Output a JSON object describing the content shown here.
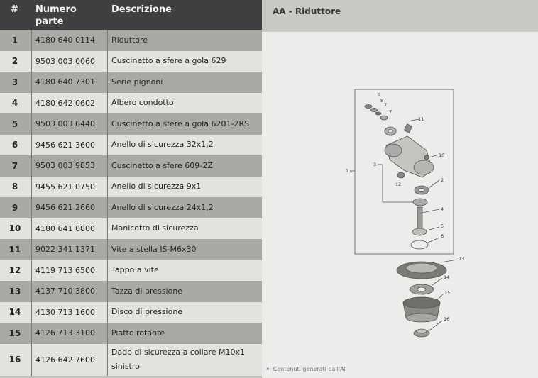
{
  "table": {
    "headers": {
      "num": "#",
      "code": "Numero parte",
      "desc": "Descrizione"
    },
    "rows": [
      {
        "num": "1",
        "code": "4180 640 0114",
        "desc": "Riduttore"
      },
      {
        "num": "2",
        "code": "9503 003 0060",
        "desc": "Cuscinetto a sfere a gola 629"
      },
      {
        "num": "3",
        "code": "4180 640 7301",
        "desc": "Serie pignoni"
      },
      {
        "num": "4",
        "code": "4180 642 0602",
        "desc": "Albero condotto"
      },
      {
        "num": "5",
        "code": "9503 003 6440",
        "desc": "Cuscinetto a sfere a gola 6201-2RS"
      },
      {
        "num": "6",
        "code": "9456 621 3600",
        "desc": "Anello di sicurezza 32x1,2"
      },
      {
        "num": "7",
        "code": "9503 003 9853",
        "desc": "Cuscinetto a sfere 609-2Z"
      },
      {
        "num": "8",
        "code": "9455 621 0750",
        "desc": "Anello di sicurezza 9x1"
      },
      {
        "num": "9",
        "code": "9456 621 2660",
        "desc": "Anello di sicurezza 24x1,2"
      },
      {
        "num": "10",
        "code": "4180 641 0800",
        "desc": "Manicotto di sicurezza"
      },
      {
        "num": "11",
        "code": "9022 341 1371",
        "desc": "Vite a stella IS-M6x30"
      },
      {
        "num": "12",
        "code": "4119 713 6500",
        "desc": "Tappo a vite"
      },
      {
        "num": "13",
        "code": "4137 710 3800",
        "desc": "Tazza di pressione"
      },
      {
        "num": "14",
        "code": "4130 713 1600",
        "desc": "Disco di pressione"
      },
      {
        "num": "15",
        "code": "4126 713 3100",
        "desc": "Piatto rotante"
      },
      {
        "num": "16",
        "code": "4126 642 7600",
        "desc": "Dado di sicurezza a collare M10x1 sinistro"
      }
    ]
  },
  "diagram": {
    "title": "AA - Riduttore",
    "callouts": [
      "9",
      "8",
      "7",
      "7",
      "11",
      "10",
      "1",
      "3",
      "2",
      "12",
      "4",
      "5",
      "6",
      "13",
      "14",
      "15",
      "16"
    ]
  },
  "footer": {
    "ai_note": "Contenuti generati dall'AI"
  }
}
